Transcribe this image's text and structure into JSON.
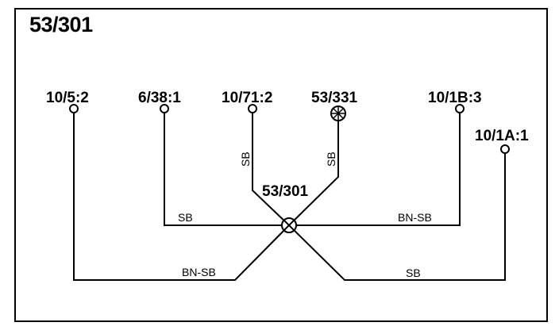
{
  "diagram": {
    "title": "53/301",
    "hub": {
      "label": "53/301"
    },
    "connectors": [
      {
        "id": "c1",
        "label": "10/5:2",
        "type": "pin"
      },
      {
        "id": "c2",
        "label": "6/38:1",
        "type": "pin"
      },
      {
        "id": "c3",
        "label": "10/71:2",
        "type": "pin"
      },
      {
        "id": "c4",
        "label": "53/331",
        "type": "ground"
      },
      {
        "id": "c5",
        "label": "10/1B:3",
        "type": "pin"
      },
      {
        "id": "c6",
        "label": "10/1A:1",
        "type": "pin"
      }
    ],
    "wires": [
      {
        "id": "w1",
        "to": "c1",
        "color_code": "BN-SB"
      },
      {
        "id": "w2",
        "to": "c2",
        "color_code": "SB"
      },
      {
        "id": "w3",
        "to": "c3",
        "color_code": "SB"
      },
      {
        "id": "w4",
        "to": "c4",
        "color_code": "SB"
      },
      {
        "id": "w5",
        "to": "c5",
        "color_code": "BN-SB"
      },
      {
        "id": "w6",
        "to": "c6",
        "color_code": "SB"
      }
    ]
  }
}
